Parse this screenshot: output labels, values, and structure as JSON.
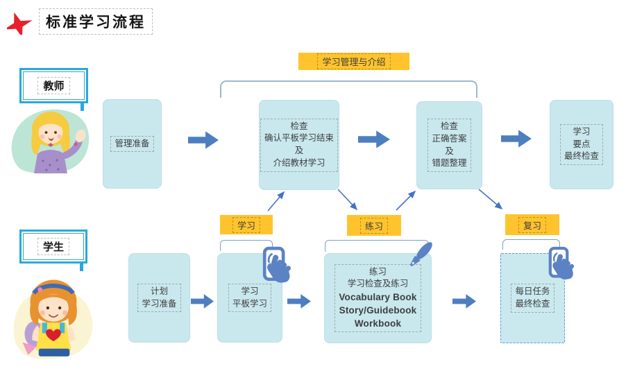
{
  "title": "标准学习流程",
  "management_label": "学习管理与介绍",
  "teacher": {
    "role_label": "教师",
    "steps": [
      {
        "lines": [
          "管理准备"
        ]
      },
      {
        "lines": [
          "检查",
          "确认平板学习结束",
          "及",
          "介绍教材学习"
        ]
      },
      {
        "lines": [
          "检查",
          "正确答案",
          "及",
          "错题整理"
        ]
      },
      {
        "lines": [
          "学习",
          "要点",
          "最终检查"
        ]
      }
    ]
  },
  "student": {
    "role_label": "学生",
    "steps": [
      {
        "lines": [
          "计划",
          "学习准备"
        ]
      },
      {
        "lines": [
          "学习",
          "平板学习"
        ]
      },
      {
        "lines": [
          "练习",
          "学习检查及练习"
        ],
        "bold_lines": [
          "Vocabulary Book",
          "Story/Guidebook",
          "Workbook"
        ]
      },
      {
        "lines": [
          "每日任务",
          "最终检查"
        ]
      }
    ]
  },
  "stage_labels": {
    "study": "学习",
    "practice": "练习",
    "review": "复习"
  },
  "icons": {
    "title_star": "red-four-point-star",
    "tablet_touch": "tablet-with-touch-hand",
    "pen": "fountain-pen"
  },
  "colors": {
    "process_box": "#C9E8EE",
    "stage_label": "#FFC42D",
    "block_arrow": "#4D7EBF",
    "connector": "#4472C4",
    "role_border": "#29A8E0",
    "star": "#E8202C"
  }
}
